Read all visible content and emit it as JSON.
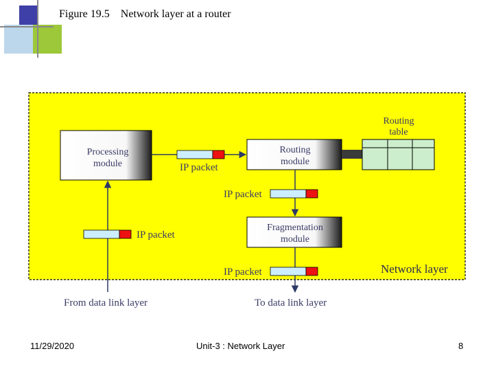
{
  "slide": {
    "figure_number": "Figure 19.5",
    "figure_caption": "Network layer at a router",
    "footer_date": "11/29/2020",
    "footer_title": "Unit-3 : Network Layer",
    "page_number": "8"
  },
  "diagram": {
    "region_label": "Network layer",
    "processing_module": [
      "Processing",
      "module"
    ],
    "routing_module": [
      "Routing",
      "module"
    ],
    "fragmentation_module": [
      "Fragmentation",
      "module"
    ],
    "routing_table": [
      "Routing",
      "table"
    ],
    "packet_label": "IP packet",
    "from_label": "From data link layer",
    "to_label": "To data link layer",
    "colors": {
      "background": "#ffff00",
      "packet_body": "#cceeff",
      "packet_header": "#ee1111",
      "table_fill": "#cceecc",
      "arrow": "#2e3a66",
      "border": "#000000"
    }
  }
}
